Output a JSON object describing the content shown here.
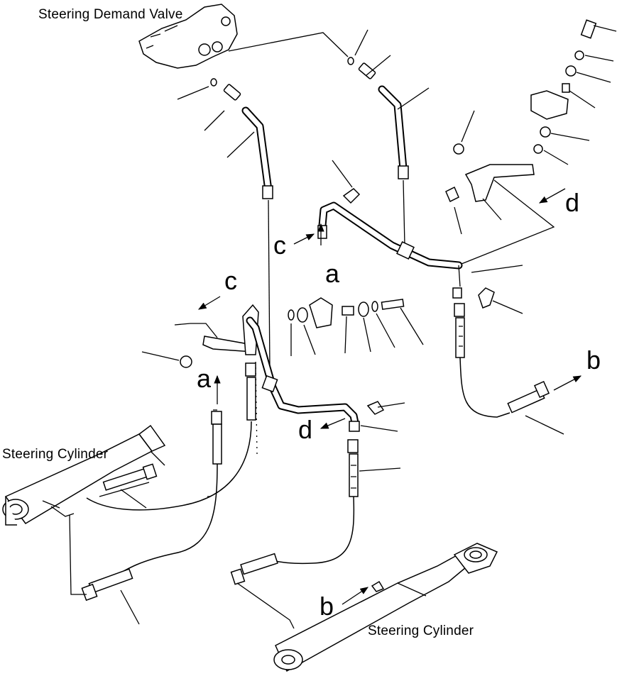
{
  "labels": {
    "steering_demand_valve": "Steering Demand Valve",
    "steering_cylinder_left": "Steering Cylinder",
    "steering_cylinder_right": "Steering Cylinder"
  },
  "reference_marks": {
    "a_upper": "a",
    "a_lower": "a",
    "b_right": "b",
    "b_lower": "b",
    "c_upper": "c",
    "c_left": "c",
    "d_right": "d",
    "d_lower": "d"
  },
  "colors": {
    "line": "#000000",
    "background": "#ffffff"
  }
}
